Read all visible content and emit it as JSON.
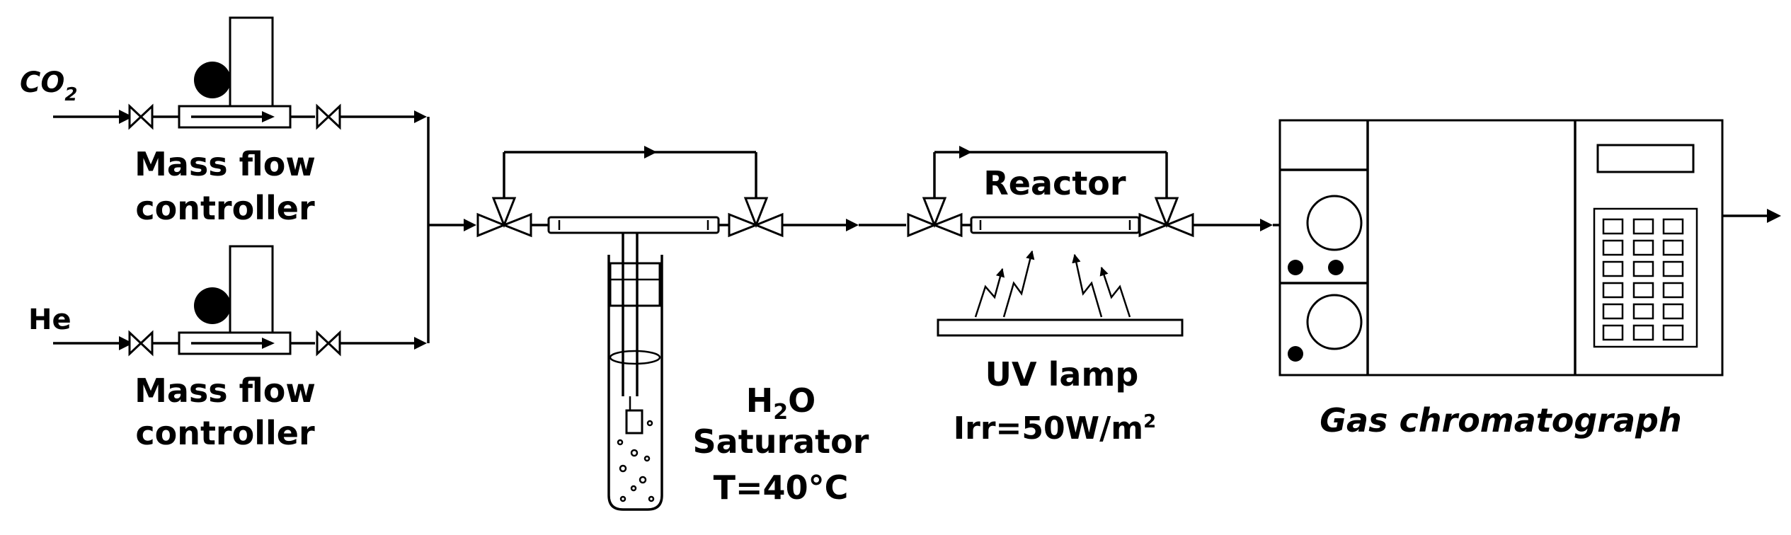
{
  "inputs": {
    "co2_label": "CO",
    "co2_sub": "2",
    "he_label": "He"
  },
  "mfc": {
    "top_line1": "Mass flow",
    "top_line2": "controller",
    "bottom_line1": "Mass flow",
    "bottom_line2": "controller"
  },
  "saturator": {
    "h2o_h": "H",
    "h2o_sub": "2",
    "h2o_o": "O",
    "name": "Saturator",
    "temperature": "T=40°C"
  },
  "reactor": {
    "label": "Reactor"
  },
  "uv_lamp": {
    "label": "UV lamp",
    "irr": "Irr=50W/m",
    "irr_sup": "2"
  },
  "gc": {
    "label": "Gas chromatograph"
  }
}
